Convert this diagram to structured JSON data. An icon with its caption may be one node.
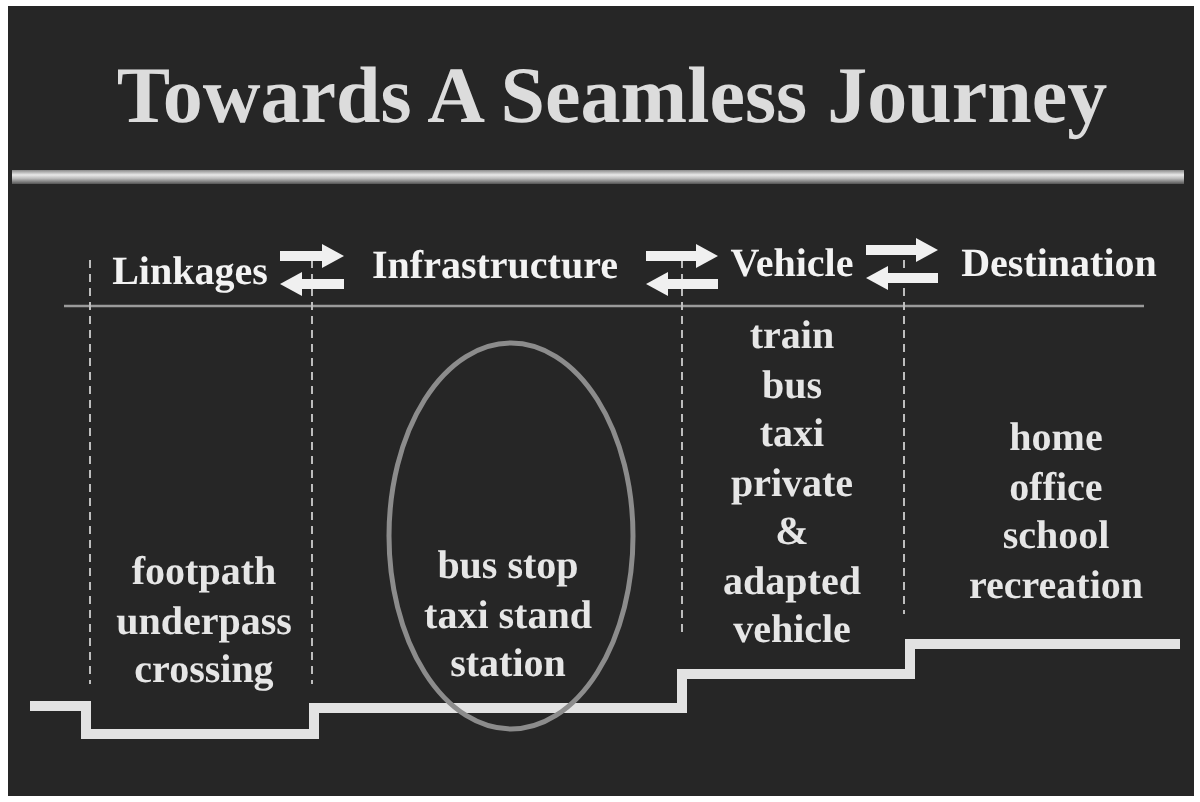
{
  "diagram": {
    "title": "Towards A Seamless Journey",
    "nodes": [
      {
        "text": [
          "Linkages"
        ]
      },
      {
        "text": [
          "Infrastructure"
        ]
      },
      {
        "text": [
          "Vehicle"
        ]
      },
      {
        "text": [
          "Destination"
        ]
      },
      {
        "text": [
          "bus stop taxi stand station"
        ]
      }
    ],
    "edges": [
      {
        "from": 0,
        "to": 1,
        "arrow": "to"
      },
      {
        "from": 1,
        "to": 0,
        "arrow": "to"
      },
      {
        "from": 1,
        "to": 2,
        "arrow": "to"
      },
      {
        "from": 2,
        "to": 1,
        "arrow": "to"
      },
      {
        "from": 2,
        "to": 3,
        "arrow": "to"
      },
      {
        "from": 3,
        "to": 2,
        "arrow": "to"
      }
    ],
    "labels": [
      "footpath underpass crossing",
      "train bus taxi private & adapted vehicle",
      "home office school recreation"
    ]
  }
}
